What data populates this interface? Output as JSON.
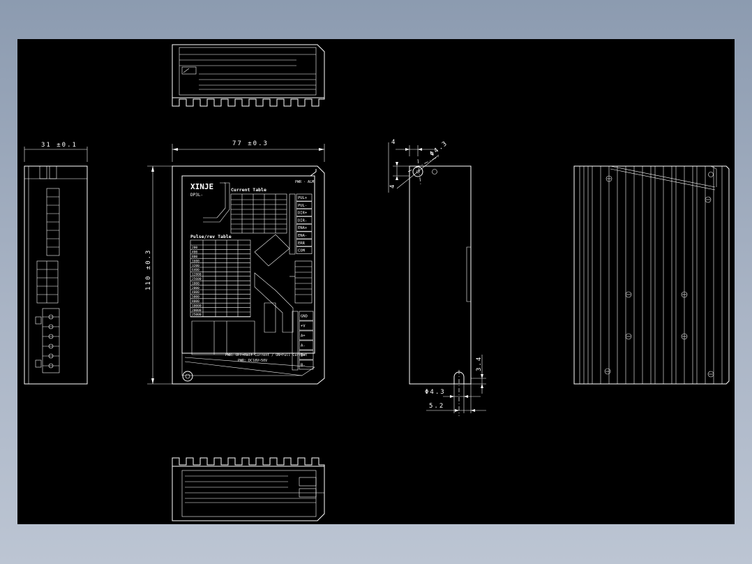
{
  "drawing": {
    "dimensions": {
      "side_width": "31 ±0.1",
      "front_width": "77 ±0.3",
      "front_height": "110 ±0.3",
      "hole_diameter_angled": "Φ4.3",
      "offset_top": "4",
      "offset_left": "4",
      "hole_diameter_bottom": "Φ4.3",
      "offset_bottom": "5.2",
      "offset_right_small": "3.4"
    },
    "front_panel": {
      "brand": "XINJE",
      "model": "DP3L-",
      "current_table_title": "Current Table",
      "pulse_table_title": "Pulse/rev Table",
      "signal_labels": [
        "PUL+",
        "PUL-",
        "DIR+",
        "DIR-",
        "ENA+",
        "ENA-",
        "ERR",
        "COM"
      ],
      "power_labels": [
        "GND",
        "+V",
        "A+",
        "A-",
        "B+",
        "B-"
      ],
      "pulse_rows": [
        "200",
        "400",
        "800",
        "1600",
        "3200",
        "6400",
        "12800",
        "25600",
        "1000",
        "2000",
        "4000",
        "5000",
        "8000",
        "10000",
        "20000",
        "25000"
      ]
    }
  }
}
